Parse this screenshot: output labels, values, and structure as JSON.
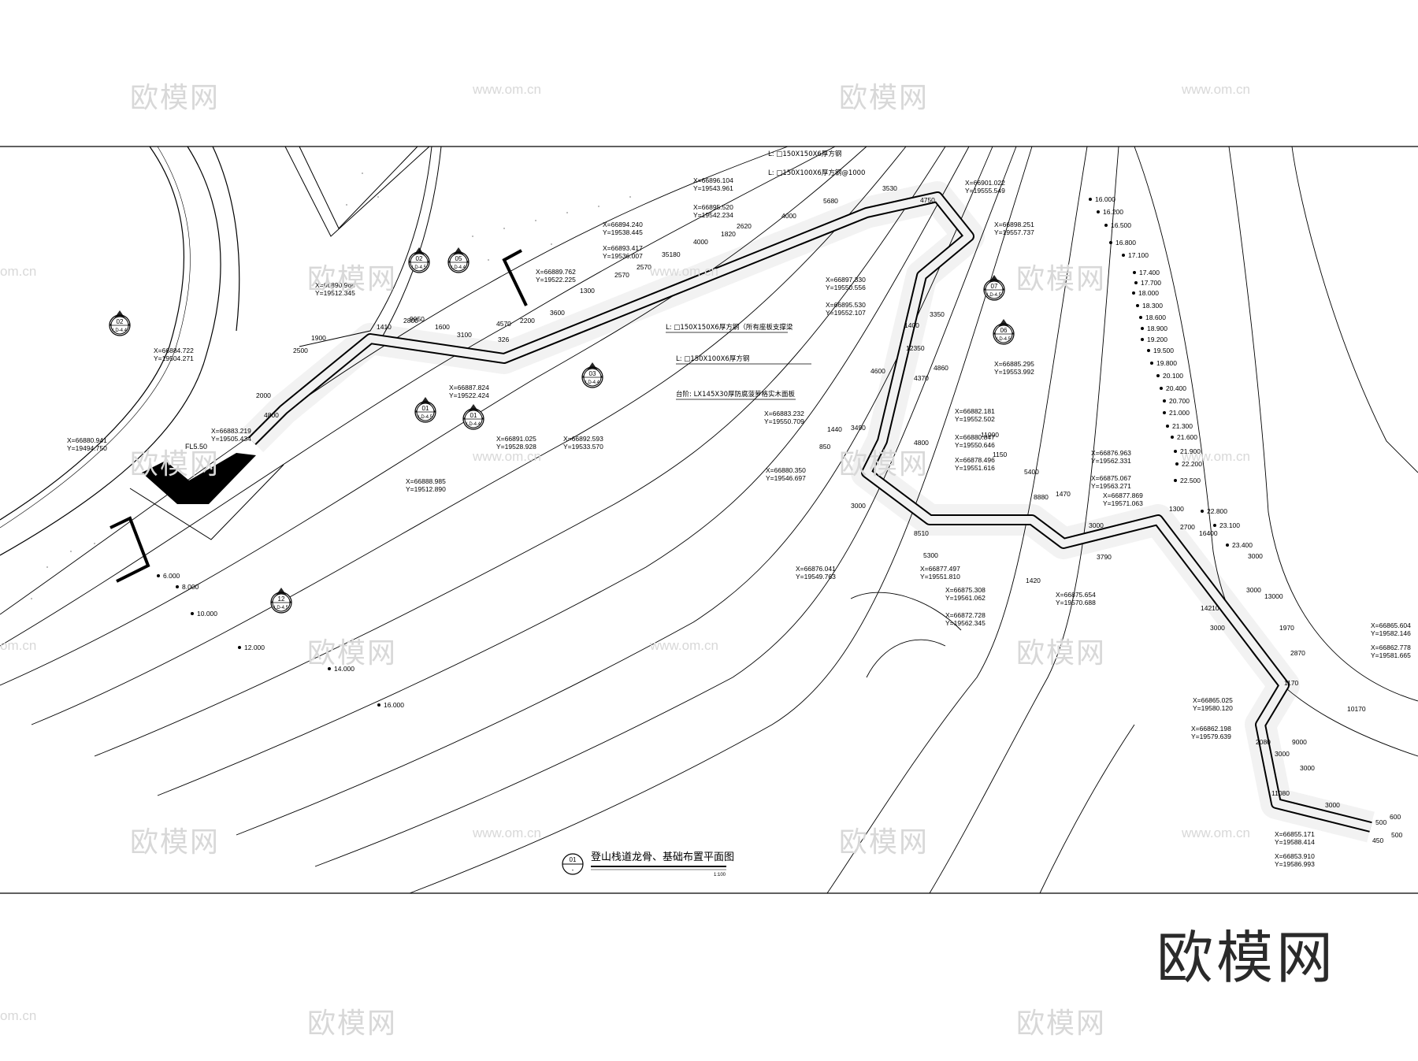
{
  "watermark": {
    "logo_text": "欧模网",
    "url_text": "www.om.cn",
    "edge_url_text": "om.cn"
  },
  "brand_logo": "欧模网",
  "title_block": {
    "number": "01",
    "sheet": "-",
    "title": "登山栈道龙骨、基础布置平面图",
    "scale": "1:100"
  },
  "member_notes": [
    "L: □150X150X6厚方钢",
    "L: □150X100X6厚方钢@1000",
    "L: □150X150X6厚方钢（所有座板支撑梁",
    "L: □150X100X6厚方钢",
    "台阶: LX145X30厚防腐菠萝格实木面板"
  ],
  "spot_level": "FL5.50",
  "section_marks": [
    {
      "num": "02",
      "ref": "LD-4.4"
    },
    {
      "num": "02",
      "ref": "LD-4.5"
    },
    {
      "num": "05",
      "ref": "LD-4.4"
    },
    {
      "num": "03",
      "ref": "LD-4.4"
    },
    {
      "num": "01",
      "ref": "LD-4.5"
    },
    {
      "num": "01",
      "ref": "LD-4.4"
    },
    {
      "num": "07",
      "ref": "LD-4.5"
    },
    {
      "num": "06",
      "ref": "LD-4.5"
    },
    {
      "num": "12",
      "ref": "LD-4.5"
    }
  ],
  "coordinates": [
    "X=66880.941",
    "Y=19494.750",
    "X=66884.722",
    "Y=19504.271",
    "X=66883.219",
    "Y=19505.434",
    "X=66890.966",
    "Y=19512.345",
    "X=66888.985",
    "Y=19512.890",
    "X=66887.824",
    "Y=19522.424",
    "X=66891.025",
    "Y=19528.928",
    "X=66892.593",
    "Y=19533.570",
    "X=66889.762",
    "Y=19522.225",
    "X=66894.240",
    "Y=19538.445",
    "X=66893.417",
    "Y=19536.007",
    "X=66896.104",
    "Y=19543.961",
    "X=66895.520",
    "Y=19542.234",
    "X=66901.022",
    "Y=19555.549",
    "X=66898.251",
    "Y=19557.737",
    "X=66897.330",
    "Y=19550.556",
    "X=66895.530",
    "Y=19552.107",
    "X=66885.295",
    "Y=19553.992",
    "X=66883.232",
    "Y=19550.709",
    "X=66882.181",
    "Y=19552.502",
    "X=66880.847",
    "Y=19550.646",
    "X=66878.496",
    "Y=19551.616",
    "X=66880.350",
    "Y=19546.697",
    "X=66876.041",
    "Y=19549.763",
    "X=66877.497",
    "Y=19551.810",
    "X=66876.963",
    "Y=19562.331",
    "X=66875.067",
    "Y=19563.271",
    "X=66877.869",
    "Y=19571.063",
    "X=66875.308",
    "Y=19561.062",
    "X=66872.728",
    "Y=19562.345",
    "X=66875.654",
    "Y=19570.688",
    "X=66865.604",
    "Y=19582.146",
    "X=66862.778",
    "Y=19581.665",
    "X=66865.025",
    "Y=19580.120",
    "X=66862.198",
    "Y=19579.639",
    "X=66855.171",
    "Y=19588.414",
    "X=66853.910",
    "Y=19586.993"
  ],
  "dimensions": [
    "2500",
    "1900",
    "1410",
    "2800",
    "9950",
    "1600",
    "3100",
    "326",
    "4570",
    "2200",
    "3600",
    "1300",
    "2570",
    "2570",
    "35180",
    "4000",
    "1820",
    "2620",
    "4000",
    "5680",
    "3530",
    "4750",
    "2000",
    "4800",
    "12350",
    "4600",
    "1400",
    "3350",
    "4370",
    "4860",
    "1440",
    "3490",
    "850",
    "4800",
    "11000",
    "1150",
    "5400",
    "1470",
    "8880",
    "8510",
    "5300",
    "3000",
    "3000",
    "3790",
    "1420",
    "1300",
    "2700",
    "16400",
    "3000",
    "3000",
    "13000",
    "14210",
    "3000",
    "1970",
    "2870",
    "1170",
    "10170",
    "9000",
    "2080",
    "3000",
    "3000",
    "11080",
    "3000",
    "500",
    "600",
    "450",
    "500"
  ],
  "contours_left": [
    "6.000",
    "8.000",
    "10.000",
    "12.000",
    "14.000",
    "16.000"
  ],
  "contours_right": [
    "16.000",
    "16.200",
    "16.500",
    "16.800",
    "17.100",
    "17.400",
    "17.700",
    "18.000",
    "18.300",
    "18.600",
    "18.900",
    "19.200",
    "19.500",
    "19.800",
    "20.100",
    "20.400",
    "20.700",
    "21.000",
    "21.300",
    "21.600",
    "21.900",
    "22.200",
    "22.500",
    "22.800",
    "23.100",
    "23.400"
  ]
}
